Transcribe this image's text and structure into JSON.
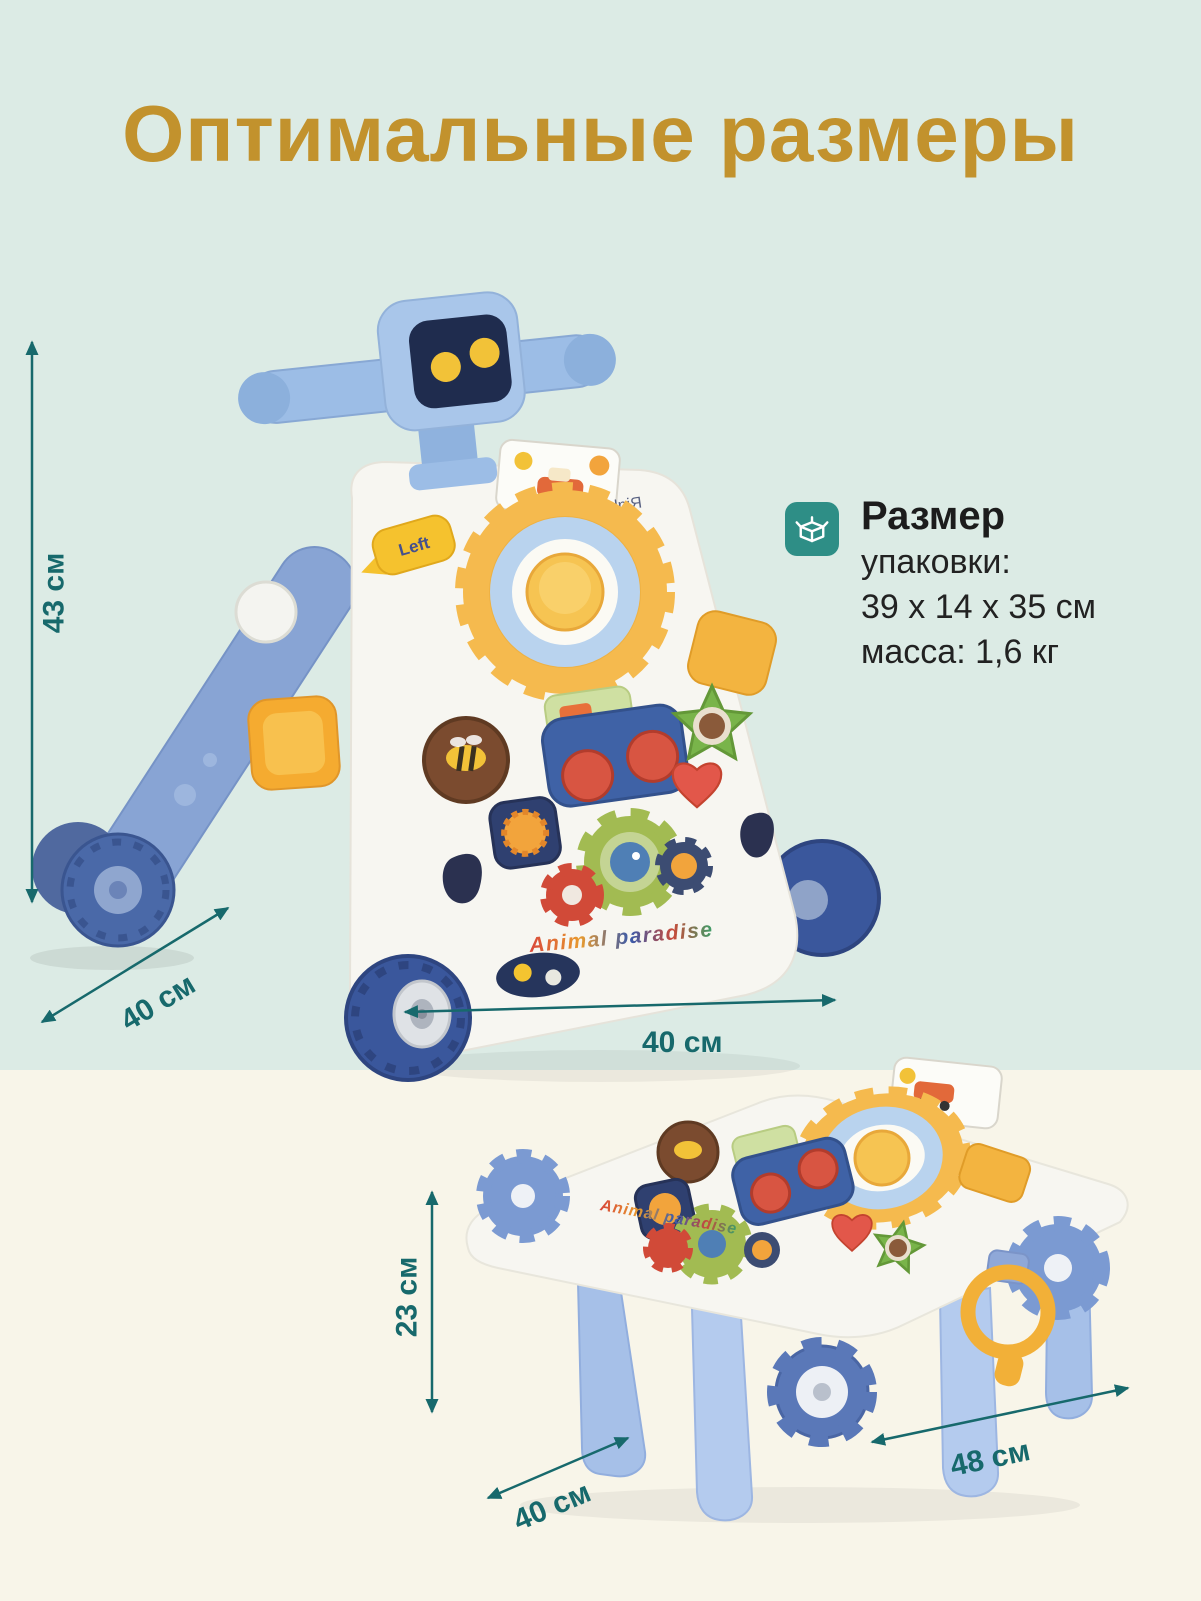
{
  "page": {
    "title": "Оптимальные размеры"
  },
  "colors": {
    "title_gold": "#c2922d",
    "dimension_teal": "#17696c",
    "background_top": "#dcebe5",
    "background_bottom": "#f8f5e9",
    "package_icon_teal": "#2e8e86"
  },
  "package_info": {
    "icon": "package-box-icon",
    "heading": "Размер",
    "line_packaging": "упаковки:",
    "line_dimensions": "39 х 14 х 35 см",
    "line_weight": "масса: 1,6 кг"
  },
  "walker_view": {
    "height_label": "43 см",
    "depth_label": "40 см",
    "width_label": "40 см",
    "left_button_label": "Left",
    "right_button_label": "Right",
    "brand_text": "Animal paradise"
  },
  "table_view": {
    "height_label": "23 см",
    "depth_label": "40 см",
    "width_label": "48 см",
    "brand_text": "Animal paradise"
  }
}
